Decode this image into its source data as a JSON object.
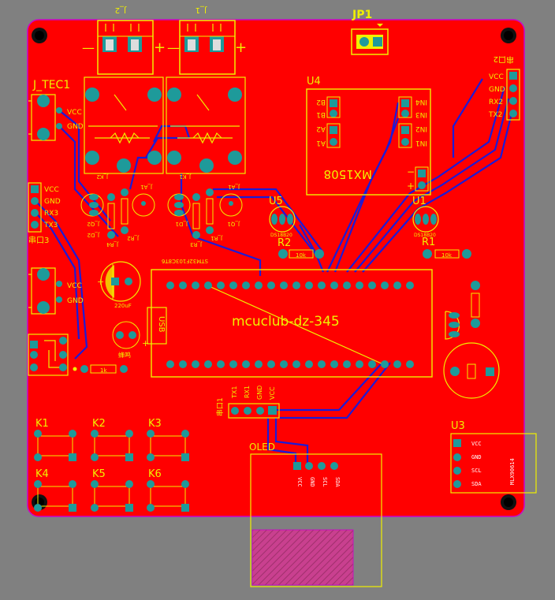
{
  "board": {
    "colors": {
      "background": "#808080",
      "copper": "#ff0000",
      "trace": "#1b1bd8",
      "silkscreen": "#f0f000",
      "pad": "#1e9a9a",
      "outline": "#cc00cc"
    },
    "header_j2": "J_2",
    "header_j1": "J_1",
    "terminal_plus": "+",
    "terminal_minus": "—",
    "jp1": "JP1",
    "j_tec1": "J_TEC1",
    "tec_pins": [
      "VCC",
      "GND"
    ],
    "serial_top_right_label": "串口2",
    "serial_top_right_pins": [
      "VCC",
      "GND",
      "RX2",
      "TX2"
    ],
    "serial3_pins": [
      "VCC",
      "GND",
      "RX3",
      "TX3"
    ],
    "serial3_label": "串口3",
    "u4": {
      "ref": "U4",
      "part": "MX1508",
      "left_pins": [
        "B2",
        "B1",
        "A2",
        "A1"
      ],
      "right_pins": [
        "IN4",
        "IN3",
        "IN2",
        "IN1"
      ],
      "minus": "−",
      "plus": "+"
    },
    "relay_left_label": "J_K2",
    "relay_right_label": "J_K1",
    "components_left": [
      "J_Q2",
      "J_R4",
      "J_R2",
      "J_D2",
      "J_A1"
    ],
    "components_right": [
      "J_D1",
      "J_R3",
      "J_R1",
      "J_Q1",
      "J_A1"
    ],
    "u5": "U5",
    "u1": "U1",
    "ds_label": "DS18B20",
    "r2": "R2",
    "r1": "R1",
    "r_val": "10k",
    "mcu": {
      "title": "mcuclub-dz-345",
      "header_label": "STM32F103C8T6",
      "usb": "USB"
    },
    "cap": {
      "value": "220uF",
      "plus": "+"
    },
    "buzzer": "蜂鸣",
    "buzzer_plus": "+",
    "res_1k": "1k",
    "j_tec_pins2": [
      "VCC",
      "GND"
    ],
    "connector_label": "串口1",
    "connector_pins": [
      "TX1",
      "RX1",
      "GND",
      "VCC"
    ],
    "oled": {
      "ref": "OLED",
      "pins": [
        "VCC",
        "GND",
        "SCL",
        "SDA"
      ]
    },
    "u3": {
      "ref": "U3",
      "pins": [
        "VCC",
        "GND",
        "SCL",
        "SDA"
      ],
      "part": "MLX90614"
    },
    "keys": [
      "K1",
      "K2",
      "K3",
      "K4",
      "K5",
      "K6"
    ]
  }
}
